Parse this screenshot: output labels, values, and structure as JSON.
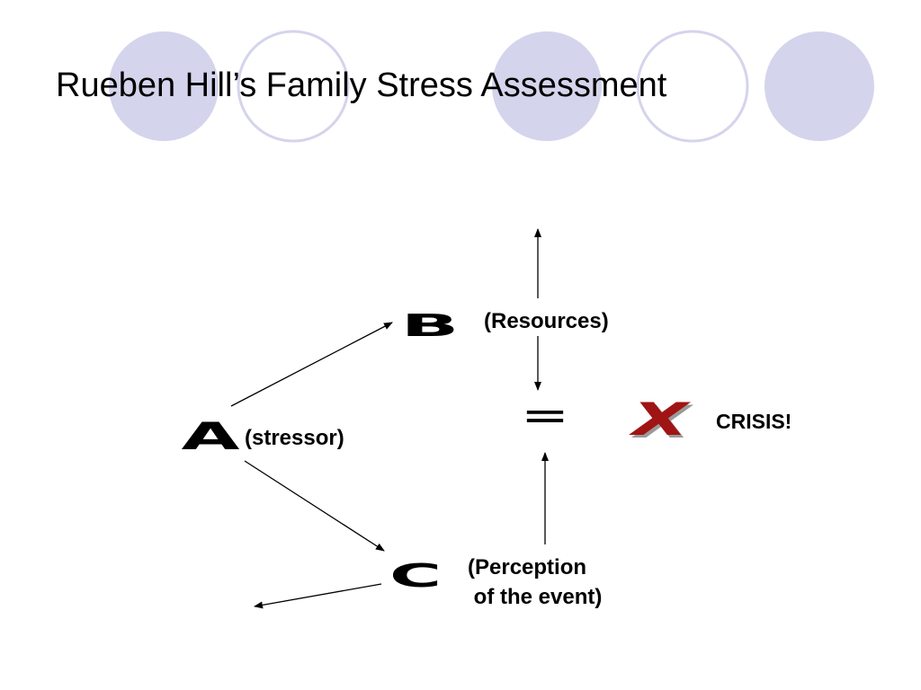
{
  "slide": {
    "title": "Rueben Hill’s Family Stress Assessment",
    "accent_fill": "#d4d4ec",
    "accent_stroke": "#d4d4ec"
  },
  "diagram": {
    "node_a": {
      "letter": "A",
      "label": "(stressor)"
    },
    "node_b": {
      "letter": "B",
      "label": "(Resources)"
    },
    "node_c": {
      "letter": "C",
      "label_line1": "(Perception",
      "label_line2": " of the event)"
    },
    "equals": "=",
    "crisis_mark": "X",
    "crisis_mark_color": "#a01414",
    "crisis_label": "CRISIS!"
  }
}
